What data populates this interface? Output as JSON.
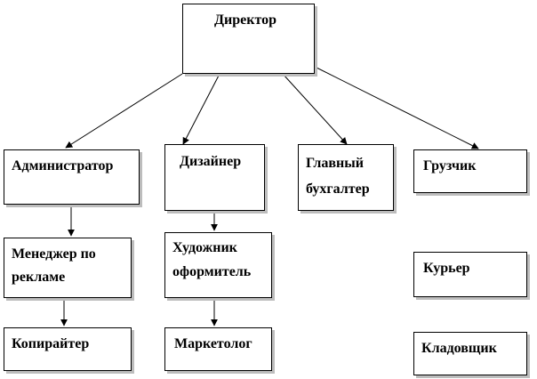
{
  "director": "Директор",
  "administrator": "Администратор",
  "designer": "Дизайнер",
  "chief_accountant": "Главный бухгалтер",
  "loader": "Грузчик",
  "ad_manager": "Менеджер по рекламе",
  "artist_designer": "Художник оформитель",
  "courier": "Курьер",
  "copywriter": "Копирайтер",
  "marketer": "Маркетолог",
  "storekeeper": "Кладовщик"
}
